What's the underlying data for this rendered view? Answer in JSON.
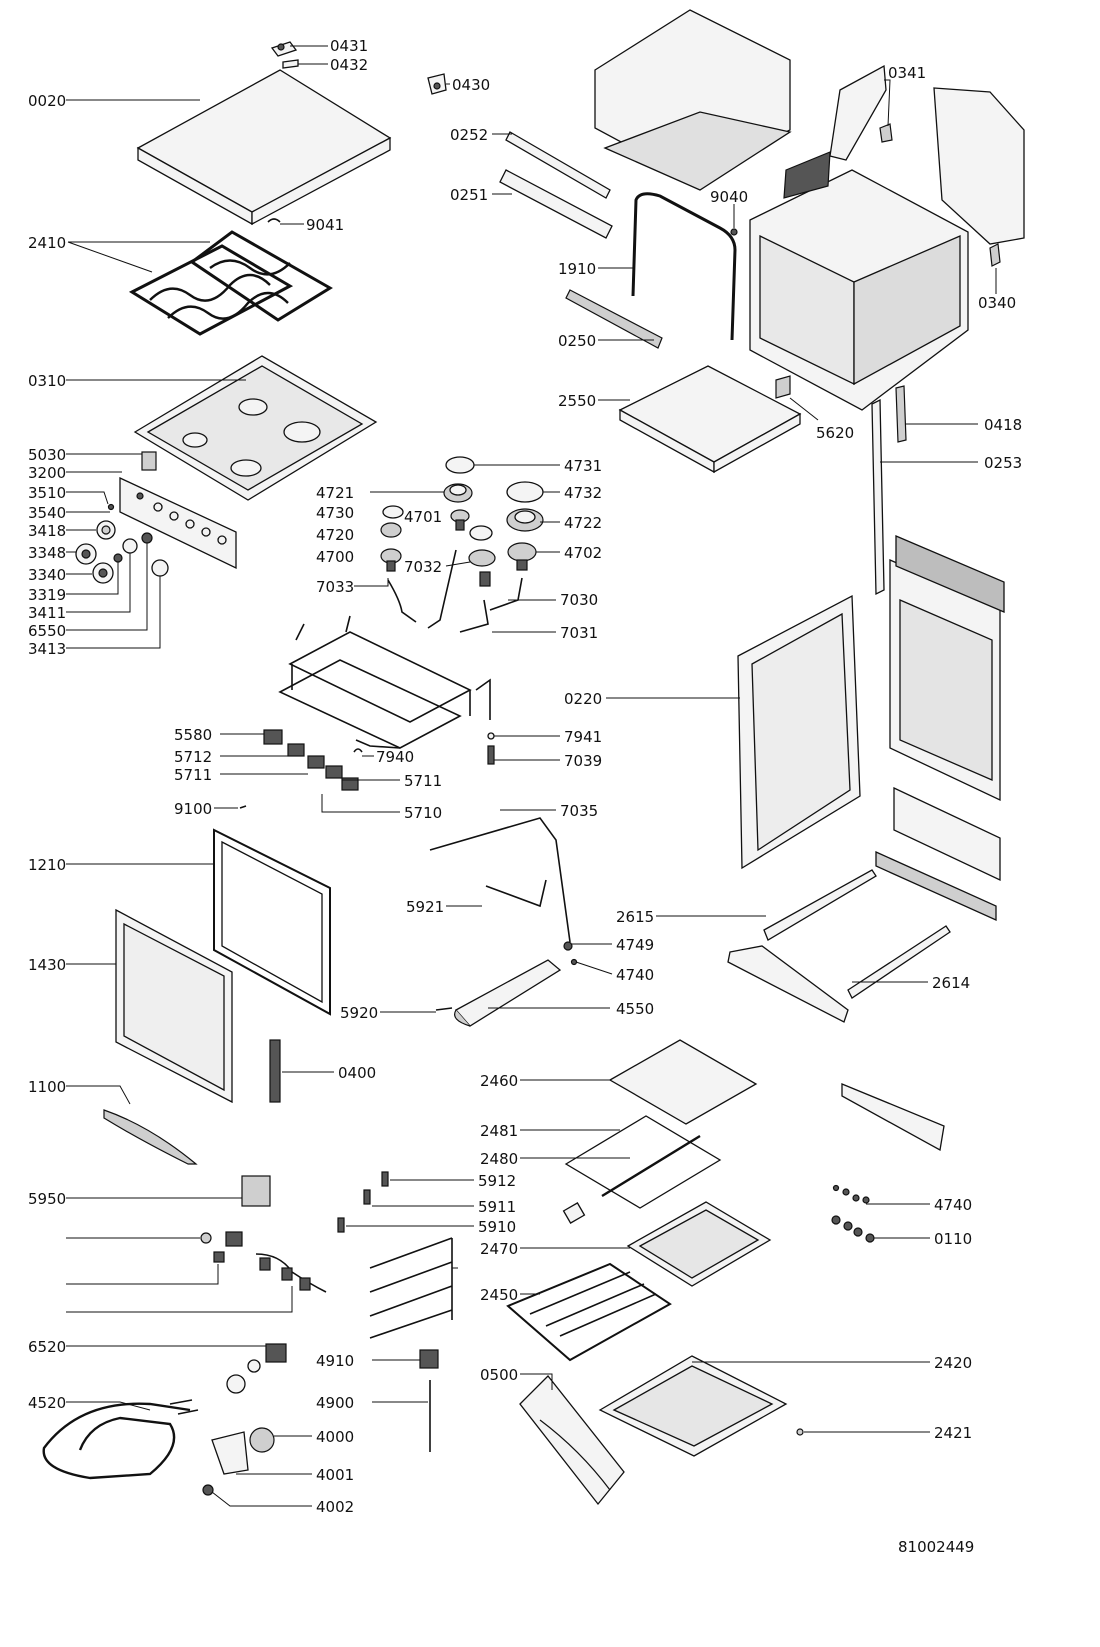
{
  "labels": {
    "l0431": "0431",
    "l0432": "0432",
    "l0430": "0430",
    "l0020": "0020",
    "l9041": "9041",
    "l2410": "2410",
    "l0310": "0310",
    "l5030": "5030",
    "l3200": "3200",
    "l3510": "3510",
    "l3540": "3540",
    "l3418": "3418",
    "l3348": "3348",
    "l3340": "3340",
    "l3319": "3319",
    "l3411": "3411",
    "l6550": "6550",
    "l3413": "3413",
    "l0252": "0252",
    "l0251": "0251",
    "l1910": "1910",
    "l0250": "0250",
    "l9040": "9040",
    "l0341": "0341",
    "l0340": "0340",
    "l2550": "2550",
    "l5620": "5620",
    "l0418": "0418",
    "l0253": "0253",
    "l4731": "4731",
    "l4721": "4721",
    "l4732": "4732",
    "l4730": "4730",
    "l4701": "4701",
    "l4722": "4722",
    "l4720": "4720",
    "l4700": "4700",
    "l7032": "7032",
    "l4702": "4702",
    "l7033": "7033",
    "l7030": "7030",
    "l7031": "7031",
    "l5580": "5580",
    "l5712": "5712",
    "l5711a": "5711",
    "l5711b": "5711",
    "l5710": "5710",
    "l7940": "7940",
    "l7941": "7941",
    "l7039": "7039",
    "l9100": "9100",
    "l0220": "0220",
    "l7035": "7035",
    "l1210": "1210",
    "l5921": "5921",
    "l2615": "2615",
    "l4749": "4749",
    "l1430": "1430",
    "l4740a": "4740",
    "l2614": "2614",
    "l5920": "5920",
    "l4550": "4550",
    "l0400": "0400",
    "l1100": "1100",
    "l2460": "2460",
    "l2481": "2481",
    "l2480": "2480",
    "l5912": "5912",
    "l5950": "5950",
    "l5911": "5911",
    "l4740b": "4740",
    "l5910": "5910",
    "l0110": "0110",
    "l2470": "2470",
    "l2450": "2450",
    "l6520": "6520",
    "l4910": "4910",
    "l0500": "0500",
    "l2420": "2420",
    "l4520": "4520",
    "l4900": "4900",
    "l2421": "2421",
    "l4000": "4000",
    "l4001": "4001",
    "l4002": "4002"
  },
  "drawing_number": "81002449"
}
